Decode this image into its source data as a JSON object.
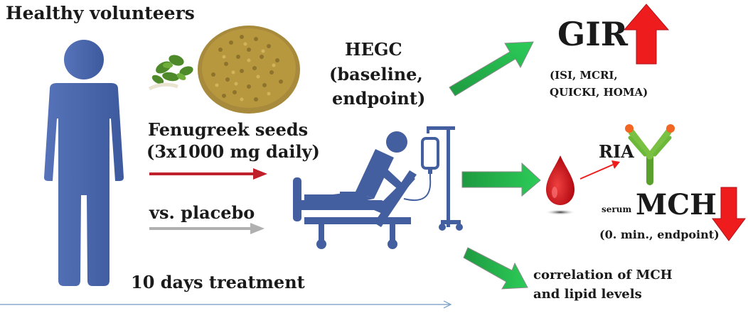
{
  "title": "Healthy volunteers",
  "treatment": {
    "line1": "Fenugreek seeds",
    "line2": "(3x1000 mg daily)",
    "placebo": "vs. placebo",
    "duration": "10 days treatment"
  },
  "hegc": {
    "line1": "HEGC",
    "line2": "(baseline,",
    "line3": "endpoint)"
  },
  "gir": {
    "label": "GIR",
    "indices_line1": "(ISI, MCRI,",
    "indices_line2": "QUICKI, HOMA)"
  },
  "ria": {
    "label": "RIA"
  },
  "mch": {
    "prefix": "serum",
    "label": "MCH",
    "timing": "(0. min., endpoint)"
  },
  "correlation": {
    "line1": "correlation of MCH",
    "line2": "and lipid levels"
  },
  "colors": {
    "person_blue": "#4a67ad",
    "arrow_green": "#22b14c",
    "arrow_red": "#ee1c1c",
    "treatment_arrow": "#c0202c",
    "placebo_arrow": "#b0b0b0",
    "blood": "#d8141a",
    "antibody_green": "#7ac143",
    "antibody_orange": "#f26522"
  },
  "icons": [
    "person-icon",
    "fenugreek-seeds-image",
    "hospital-bed-icon",
    "blood-drop-icon",
    "antibody-icon",
    "up-arrow-icon",
    "down-arrow-icon"
  ]
}
